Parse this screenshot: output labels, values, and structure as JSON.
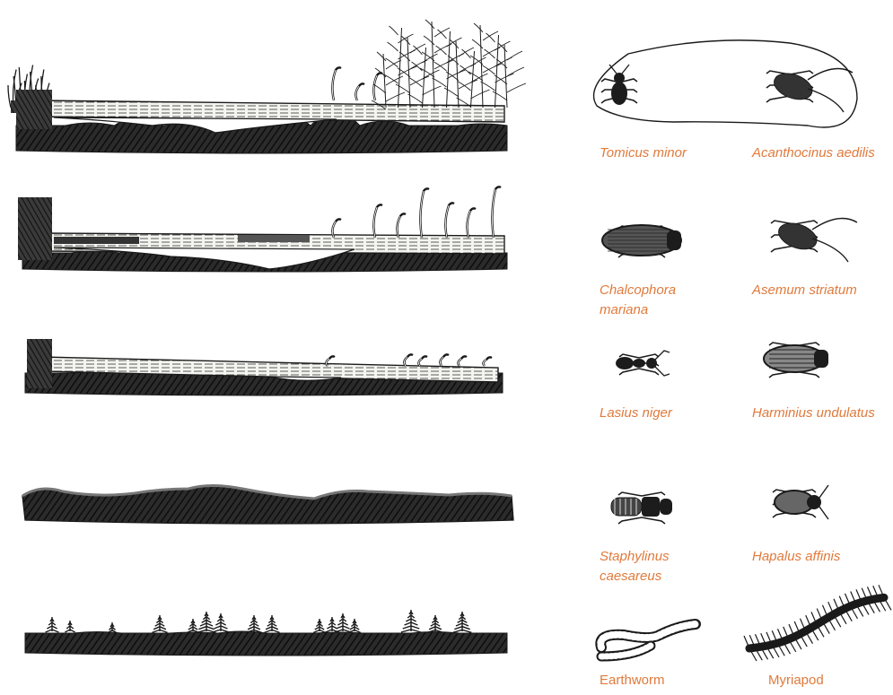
{
  "colors": {
    "label": "#e07a3c",
    "ink": "#1a1a1a",
    "wood": "#f4f4f0",
    "soil": "#222222"
  },
  "stages": [
    {
      "name": "stage-1-fresh-log",
      "features": [
        "grass-tuft",
        "bark-log",
        "hollow",
        "shoot-row",
        "shrub-cluster"
      ]
    },
    {
      "name": "stage-2-rotting-log",
      "features": [
        "moss-tuft",
        "bark-log",
        "shoot-row"
      ]
    },
    {
      "name": "stage-3-sunken-log",
      "features": [
        "moss-tuft",
        "bark-log",
        "small-shoots"
      ]
    },
    {
      "name": "stage-4-mound",
      "features": [
        "soil-mound"
      ]
    },
    {
      "name": "stage-5-forest-floor",
      "features": [
        "spruce-seedlings"
      ]
    }
  ],
  "organisms": [
    {
      "id": "tomicus-minor",
      "icon": "beetle-small",
      "lines": [
        "Tomicus minor"
      ],
      "italic": true
    },
    {
      "id": "acanthocinus-aedilis",
      "icon": "longhorn-beetle",
      "lines": [
        "Acanthocinus aedilis"
      ],
      "italic": true
    },
    {
      "id": "chalcophora-mariana",
      "icon": "jewel-beetle",
      "lines": [
        "Chalcophora",
        "mariana"
      ],
      "italic": true
    },
    {
      "id": "asemum-striatum",
      "icon": "longhorn-beetle",
      "lines": [
        "Asemum striatum"
      ],
      "italic": true
    },
    {
      "id": "lasius-niger",
      "icon": "ant",
      "lines": [
        "Lasius niger"
      ],
      "italic": true
    },
    {
      "id": "harminius-undulatus",
      "icon": "click-beetle",
      "lines": [
        "Harminius undulatus"
      ],
      "italic": true
    },
    {
      "id": "staphylinus-caesareus",
      "icon": "rove-beetle",
      "lines": [
        "Staphylinus",
        "caesareus"
      ],
      "italic": true
    },
    {
      "id": "hapalus-affinis",
      "icon": "beetle-round",
      "lines": [
        "Hapalus affinis"
      ],
      "italic": true
    },
    {
      "id": "earthworm",
      "icon": "earthworm",
      "lines": [
        "Earthworm"
      ],
      "italic": false
    },
    {
      "id": "myriapod",
      "icon": "myriapod",
      "lines": [
        "Myriapod"
      ],
      "italic": false
    }
  ]
}
